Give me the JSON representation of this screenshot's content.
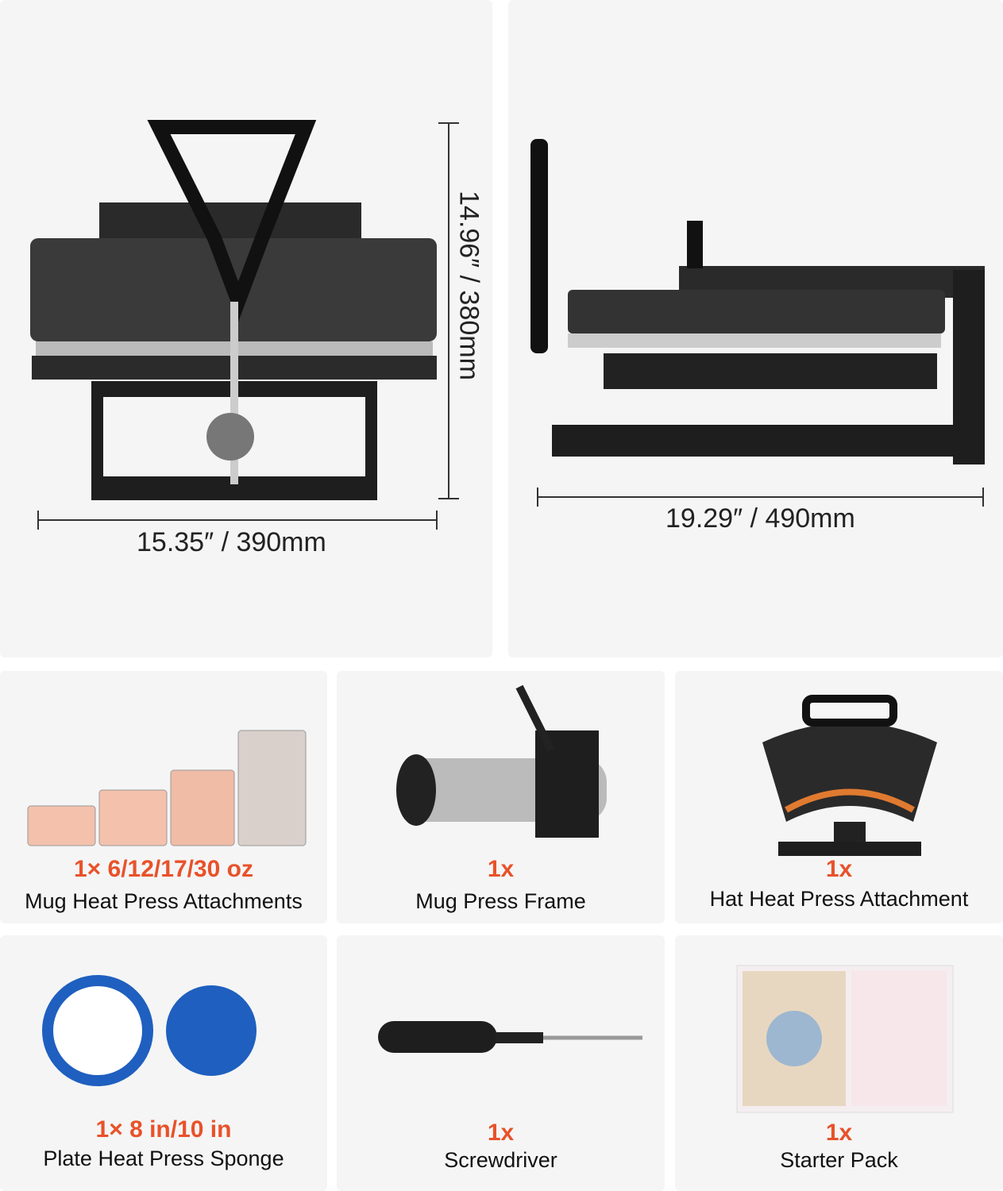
{
  "dimensions": {
    "front_height": "14.96″ / 380mm",
    "front_width": "15.35″ / 390mm",
    "side_length": "19.29″ / 490mm"
  },
  "accessories": [
    {
      "qty": "1× 6/12/17/30 oz",
      "name": "Mug Heat Press Attachments"
    },
    {
      "qty": "1x",
      "name": "Mug Press Frame"
    },
    {
      "qty": "1x",
      "name": "Hat Heat Press Attachment"
    },
    {
      "qty": "1× 8 in/10 in",
      "name": "Plate Heat Press Sponge"
    },
    {
      "qty": "1x",
      "name": "Screwdriver"
    },
    {
      "qty": "1x",
      "name": "Starter Pack"
    }
  ],
  "colors": {
    "accent": "#e8522a",
    "panel": "#f5f5f5",
    "sponge": "#1f5fbf"
  }
}
